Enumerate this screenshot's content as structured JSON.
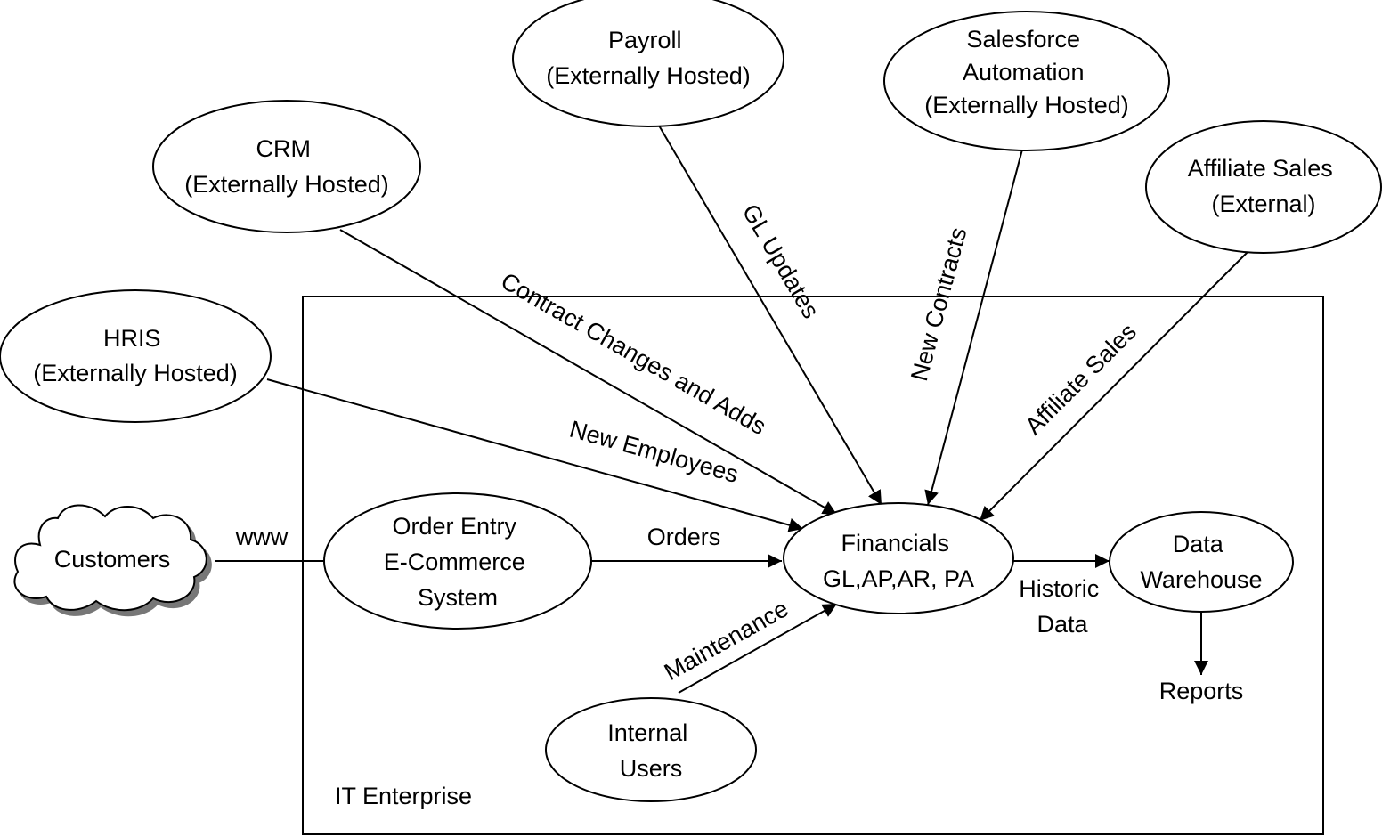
{
  "diagram": {
    "boundary": {
      "label": "IT Enterprise"
    },
    "nodes": {
      "payroll": [
        "Payroll",
        "(Externally Hosted)"
      ],
      "salesforce": [
        "Salesforce",
        "Automation",
        "(Externally Hosted)"
      ],
      "crm": [
        "CRM",
        "(Externally Hosted)"
      ],
      "affiliate": [
        "Affiliate Sales",
        "(External)"
      ],
      "hris": [
        "HRIS",
        "(Externally Hosted)"
      ],
      "customers": [
        "Customers"
      ],
      "order_entry": [
        "Order Entry",
        "E-Commerce",
        "System"
      ],
      "financials": [
        "Financials",
        "GL,AP,AR, PA"
      ],
      "data_warehouse": [
        "Data",
        "Warehouse"
      ],
      "internal_users": [
        "Internal",
        "Users"
      ],
      "reports": [
        "Reports"
      ]
    },
    "edges": {
      "www": "www",
      "orders": "Orders",
      "new_employees": "New Employees",
      "contract_changes": "Contract Changes and Adds",
      "gl_updates": "GL Updates",
      "new_contracts": "New Contracts",
      "affiliate_sales": "Affiliate Sales",
      "maintenance": "Maintenance",
      "historic_data": [
        "Historic",
        "Data"
      ]
    }
  }
}
